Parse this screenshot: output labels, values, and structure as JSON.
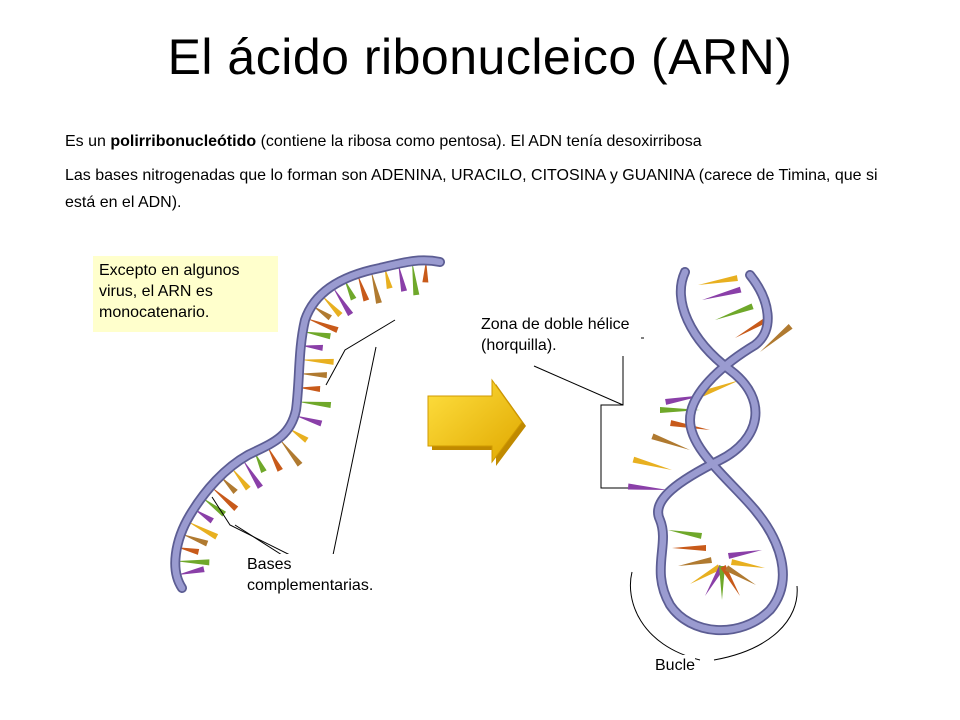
{
  "title": "El ácido ribonucleico (ARN)",
  "intro": {
    "prefix": "Es un ",
    "bold": "polirribonucleótido",
    "suffix": " (contiene la ribosa como pentosa). El ADN tenía desoxirribosa"
  },
  "bases_text": "Las bases nitrogenadas que lo forman son ADENINA, URACILO, CITOSINA y GUANINA (carece de Timina, que si está en el ADN).",
  "note": "Excepto en algunos virus, el ARN es monocatenario.",
  "labels": {
    "bases": "Bases complementarias.",
    "zona": "Zona de doble hélice (horquilla).",
    "bucle": "Bucle"
  },
  "colors": {
    "backbone": "#8e8fc6",
    "backbone_edge": "#5c5d93",
    "arrow": "#f2c100",
    "note_bg": "#ffffcc",
    "bases": [
      "#e8b020",
      "#8a3fa8",
      "#6fa82a",
      "#c85a1a",
      "#b07a30"
    ]
  }
}
